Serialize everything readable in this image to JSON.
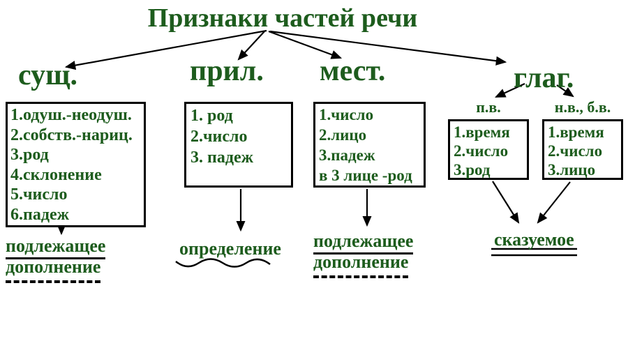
{
  "title": "Признаки частей речи",
  "palette": {
    "heading_green": "#1d5c1d",
    "line_black": "#000000",
    "background": "#ffffff"
  },
  "branches": {
    "noun": {
      "label": "сущ.",
      "features": [
        "1.одуш.-неодуш.",
        "2.собств.-нариц.",
        "3.род",
        "4.склонение",
        "5.число",
        "6.падеж"
      ],
      "roles": {
        "subject": "подлежащее",
        "object": "дополнение"
      }
    },
    "adjective": {
      "label": "прил.",
      "features": [
        "1. род",
        "2.число",
        "3. падеж"
      ],
      "roles": {
        "attribute": "определение"
      }
    },
    "pronoun": {
      "label": "мест.",
      "features": [
        "1.число",
        "2.лицо",
        "3.падеж",
        "в 3 лице -род"
      ],
      "roles": {
        "subject": "подлежащее",
        "object": "дополнение"
      }
    },
    "verb": {
      "label": "глаг.",
      "tenses": {
        "past": {
          "label": "п.в.",
          "features": [
            "1.время",
            "2.число",
            "3.род"
          ]
        },
        "present_future": {
          "label": "н.в., б.в.",
          "features": [
            "1.время",
            "2.число",
            "3.лицо"
          ]
        }
      },
      "roles": {
        "predicate": "сказуемое"
      }
    }
  }
}
